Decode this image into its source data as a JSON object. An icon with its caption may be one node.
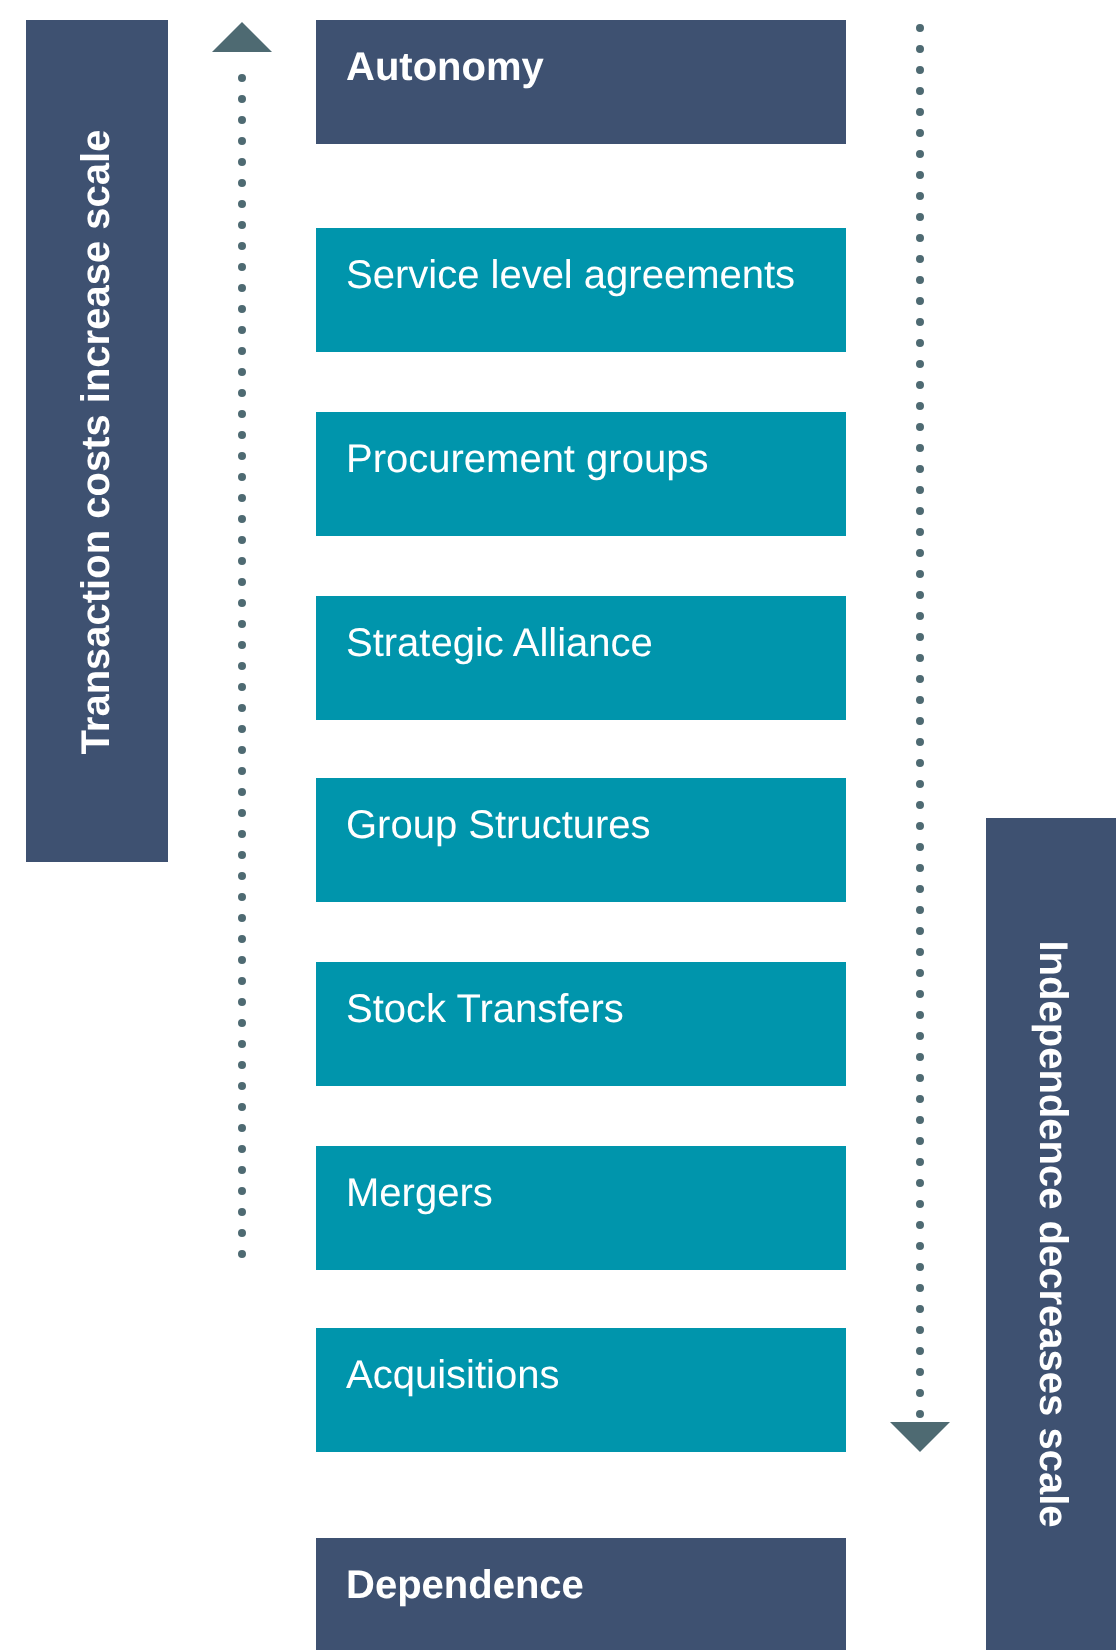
{
  "diagram": {
    "nodes": [
      {
        "text": [
          "Autonomy"
        ]
      },
      {
        "text": [
          "Service level agreements"
        ]
      },
      {
        "text": [
          "Procurement groups"
        ]
      },
      {
        "text": [
          "Strategic Alliance"
        ]
      },
      {
        "text": [
          "Group Structures"
        ]
      },
      {
        "text": [
          "Stock Transfers"
        ]
      },
      {
        "text": [
          "Mergers"
        ]
      },
      {
        "text": [
          "Acquisitions"
        ]
      },
      {
        "text": [
          "Dependence"
        ]
      },
      {
        "text": [
          "Transaction costs increase scale"
        ]
      },
      {
        "text": [
          "Independence decreases scale"
        ]
      }
    ]
  }
}
